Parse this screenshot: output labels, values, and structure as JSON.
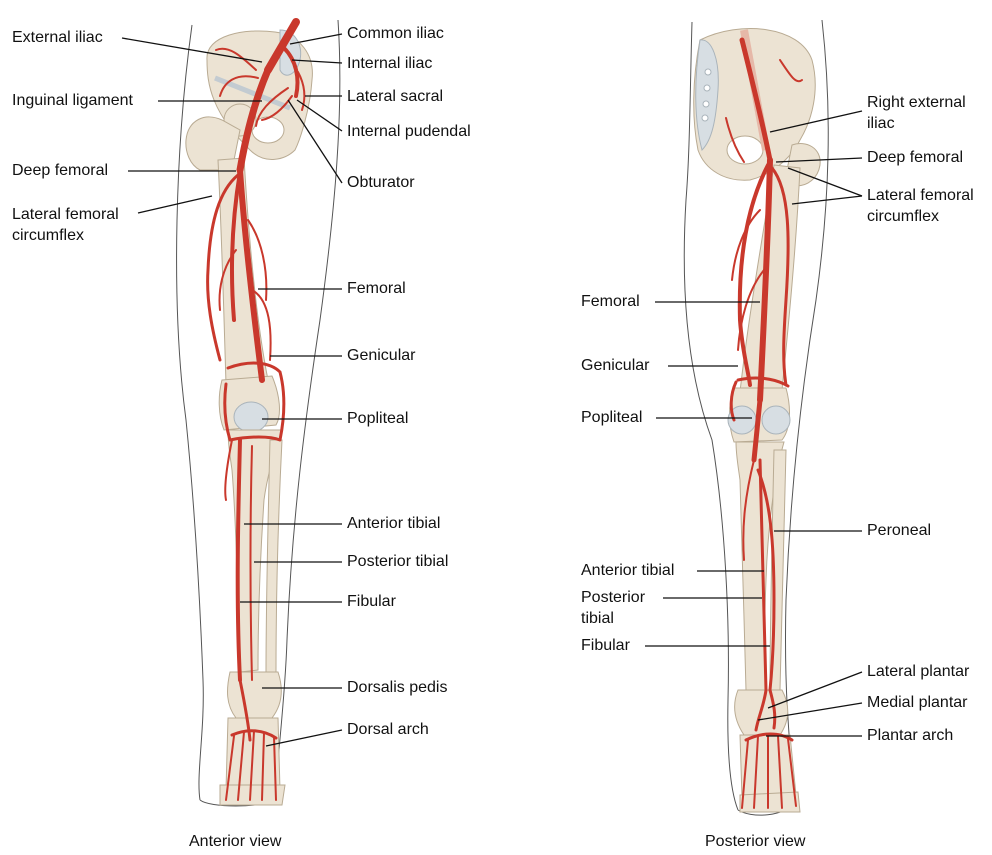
{
  "colors": {
    "artery": "#c9382c",
    "bone": "#ece3d3",
    "cartilage": "#d7dee3",
    "outline": "#555555"
  },
  "anterior": {
    "caption": "Anterior view",
    "labels": {
      "external_iliac": "External iliac",
      "common_iliac": "Common iliac",
      "internal_iliac": "Internal iliac",
      "inguinal_ligament": "Inguinal ligament",
      "lateral_sacral": "Lateral sacral",
      "internal_pudendal": "Internal pudendal",
      "deep_femoral": "Deep femoral",
      "obturator": "Obturator",
      "lateral_femoral_circumflex_1": "Lateral femoral",
      "lateral_femoral_circumflex_2": "circumflex",
      "femoral": "Femoral",
      "genicular": "Genicular",
      "popliteal": "Popliteal",
      "anterior_tibial": "Anterior tibial",
      "posterior_tibial": "Posterior tibial",
      "fibular": "Fibular",
      "dorsalis_pedis": "Dorsalis pedis",
      "dorsal_arch": "Dorsal arch"
    }
  },
  "posterior": {
    "caption": "Posterior view",
    "labels": {
      "right_external_iliac_1": "Right external",
      "right_external_iliac_2": "iliac",
      "deep_femoral": "Deep femoral",
      "lateral_femoral_circumflex_1": "Lateral femoral",
      "lateral_femoral_circumflex_2": "circumflex",
      "femoral": "Femoral",
      "genicular": "Genicular",
      "popliteal": "Popliteal",
      "peroneal": "Peroneal",
      "anterior_tibial": "Anterior tibial",
      "posterior_tibial_1": "Posterior",
      "posterior_tibial_2": "tibial",
      "fibular": "Fibular",
      "lateral_plantar": "Lateral plantar",
      "medial_plantar": "Medial plantar",
      "plantar_arch": "Plantar arch"
    }
  }
}
